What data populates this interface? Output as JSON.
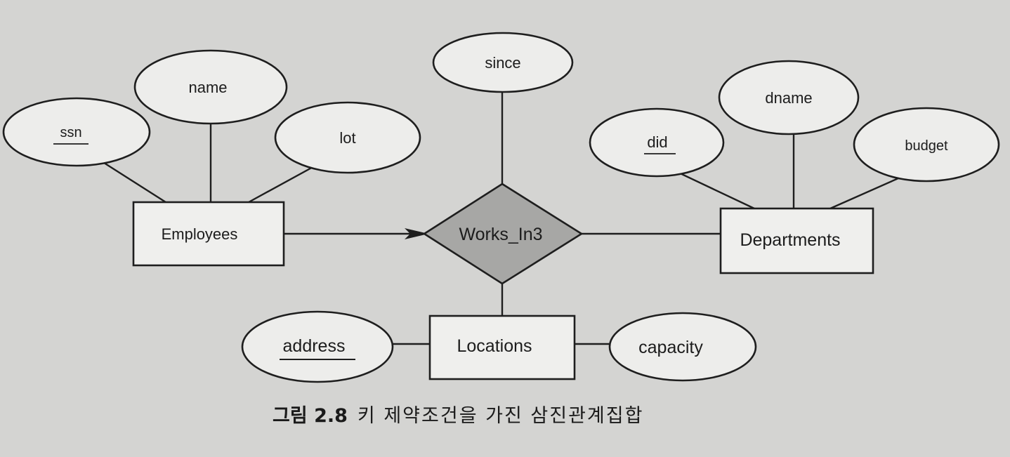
{
  "diagram": {
    "relationship": {
      "label": "Works_In3"
    },
    "entities": {
      "employees": "Employees",
      "departments": "Departments",
      "locations": "Locations"
    },
    "attributes": {
      "ssn": "ssn",
      "name": "name",
      "lot": "lot",
      "since": "since",
      "did": "did",
      "dname": "dname",
      "budget": "budget",
      "address": "address",
      "capacity": "capacity"
    },
    "key_attributes": [
      "ssn",
      "did",
      "address"
    ],
    "key_constraint": "Employees → Works_In3"
  },
  "caption": {
    "number": "그림 2.8",
    "text": "키 제약조건을 가진 삼진관계집합"
  }
}
